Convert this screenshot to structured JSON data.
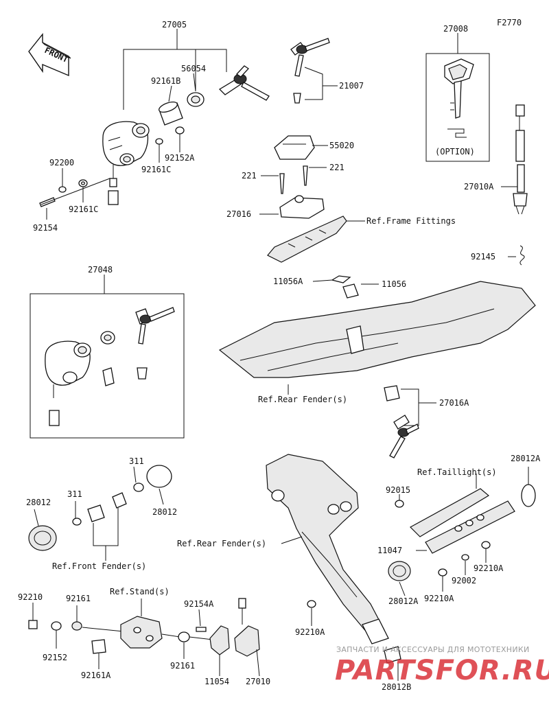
{
  "diagram_code": "F2770",
  "front_label": "FRONT",
  "option_label": "(OPTION)",
  "labels": {
    "p27005": "27005",
    "p56054": "56054",
    "p92161B": "92161B",
    "p92152A": "92152A",
    "p92161C_a": "92161C",
    "p92200": "92200",
    "p92161C_b": "92161C",
    "p92154": "92154",
    "p21007": "21007",
    "p55020": "55020",
    "p221_a": "221",
    "p221_b": "221",
    "p27016": "27016",
    "ref_frame": "Ref.Frame Fittings",
    "p27008": "27008",
    "p27010A": "27010A",
    "p92145": "92145",
    "p11056A": "11056A",
    "p11056": "11056",
    "p27048": "27048",
    "ref_rear_fender_1": "Ref.Rear Fender(s)",
    "p27016A": "27016A",
    "p311_a": "311",
    "p28012_a": "28012",
    "p311_b": "311",
    "p28012_b": "28012",
    "ref_front_fender": "Ref.Front Fender(s)",
    "ref_rear_fender_2": "Ref.Rear Fender(s)",
    "ref_taillight": "Ref.Taillight(s)",
    "p28012A_a": "28012A",
    "p92015": "92015",
    "p11047": "11047",
    "p92002": "92002",
    "p92210A_a": "92210A",
    "p92210A_b": "92210A",
    "p28012A_b": "28012A",
    "p92210A_c": "92210A",
    "p28012B": "28012B",
    "p92210": "92210",
    "p92161_a": "92161",
    "ref_stand": "Ref.Stand(s)",
    "p92154A": "92154A",
    "p92152": "92152",
    "p92161A": "92161A",
    "p92161_b": "92161",
    "p11054": "11054",
    "p27010": "27010"
  },
  "watermark": {
    "tagline": "ЗАПЧАСТИ И АКСЕССУАРЫ ДЛЯ МОТОТЕХНИКИ",
    "brand": "PARTSFOR.RU",
    "brand_color": "#d9323a"
  }
}
